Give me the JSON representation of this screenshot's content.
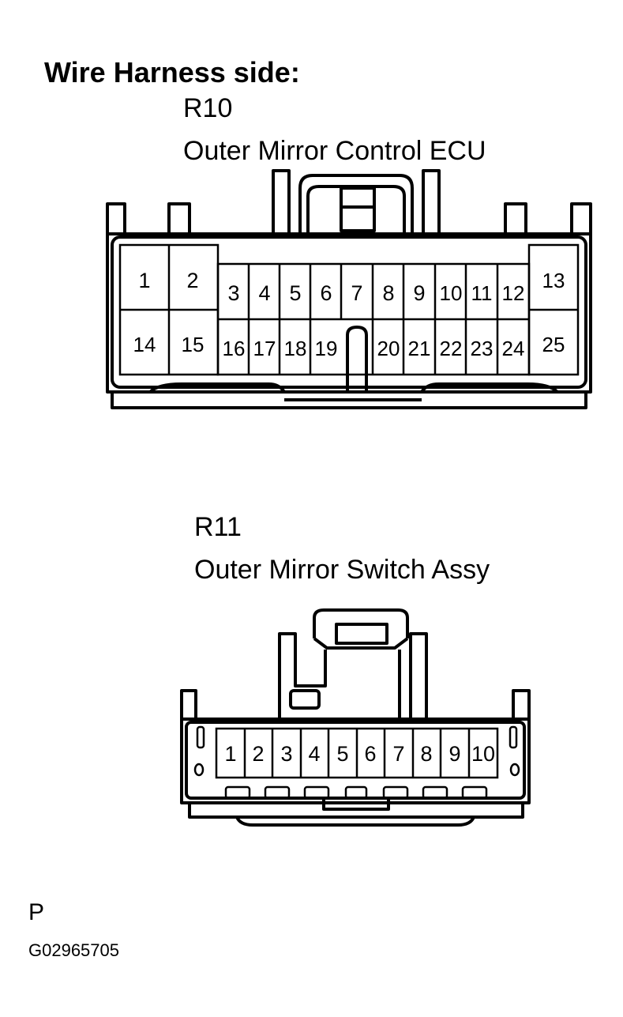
{
  "heading": "Wire Harness side:",
  "connector_r10": {
    "code": "R10",
    "name": "Outer Mirror Control ECU",
    "pins_top": [
      "1",
      "2",
      "3",
      "4",
      "5",
      "6",
      "7",
      "8",
      "9",
      "10",
      "11",
      "12",
      "13"
    ],
    "pins_bottom": [
      "14",
      "15",
      "16",
      "17",
      "18",
      "19",
      "20",
      "21",
      "22",
      "23",
      "24",
      "25"
    ]
  },
  "connector_r11": {
    "code": "R11",
    "name": "Outer Mirror Switch Assy",
    "pins": [
      "1",
      "2",
      "3",
      "4",
      "5",
      "6",
      "7",
      "8",
      "9",
      "10"
    ]
  },
  "footer": {
    "mark": "P",
    "figure_id": "G02965705"
  }
}
